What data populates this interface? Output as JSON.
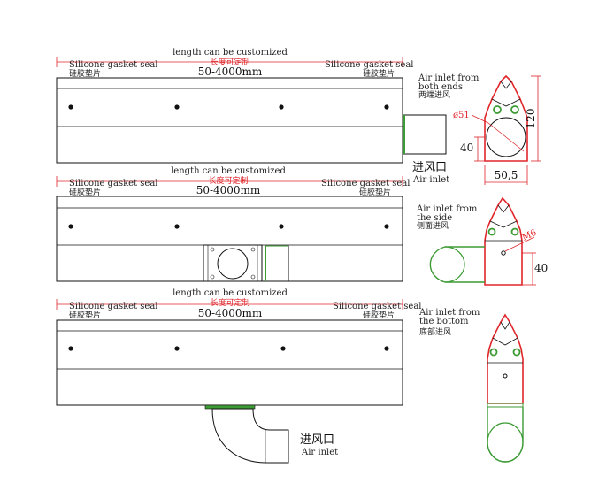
{
  "colors": {
    "line": "#111111",
    "red": "#e0262b",
    "green": "#3d9b35"
  },
  "panels": [
    {
      "length_en": "length can be customized",
      "length_cn": "长度可定制",
      "range": "50-4000mm",
      "gasket_en": "Silicone gasket seal",
      "gasket_cn": "硅胶垫片"
    },
    {
      "length_en": "length can be customized",
      "length_cn": "长度可定制",
      "range": "50-4000mm",
      "gasket_en": "Silicone gasket seal",
      "gasket_cn": "硅胶垫片"
    },
    {
      "length_en": "length can be customized",
      "length_cn": "长度可定制",
      "range": "50-4000mm",
      "gasket_en": "Silicone gasket seal",
      "gasket_cn": "硅胶垫片"
    }
  ],
  "inlet_labels": [
    {
      "cn": "进风口",
      "en": "Air inlet"
    },
    {
      "cn": "进风口",
      "en": "Air inlet"
    }
  ],
  "sections": [
    {
      "en_line1": "Air inlet from",
      "en_line2": "both ends",
      "cn": "两端进风"
    },
    {
      "en_line1": "Air inlet from",
      "en_line2": "the side",
      "cn": "侧面进风"
    },
    {
      "en_line1": "Air inlet from",
      "en_line2": "the bottom",
      "cn": "底部进风"
    }
  ],
  "dimensions": {
    "diameter": "ø51",
    "height": "120",
    "inlet_height": "40",
    "width": "50,5",
    "screw": "M6",
    "side_height": "40"
  }
}
